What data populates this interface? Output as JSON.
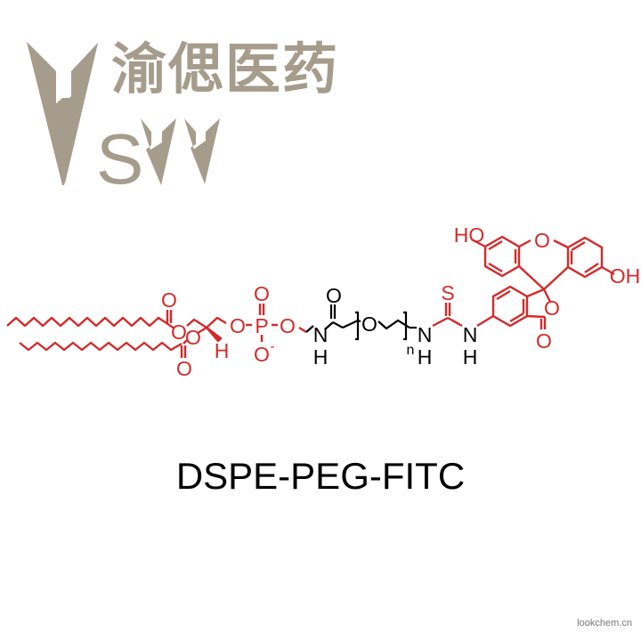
{
  "logo": {
    "company_name_cn": "渝偲医药",
    "mark_letters": "S",
    "brand_color": "#a69c8c"
  },
  "structure": {
    "fragment_color": "#d42a2a",
    "linker_color": "#000000",
    "labels": {
      "carbonyl_o_1": "O",
      "ester_o_1": "O",
      "ester_o_2": "O",
      "carbonyl_o_2": "O",
      "stereo_h": "H",
      "phosphate_o_left": "O",
      "phosphorus": "P",
      "phosphate_o_top": "O",
      "phosphate_o_right": "O",
      "phosphate_o_minus": "O",
      "minus_sign": "-",
      "amide_n": "N",
      "amide_h": "H",
      "amide_o": "O",
      "peg_o": "O",
      "repeat_n": "n",
      "thiourea_n1": "N",
      "thiourea_h1": "H",
      "thiourea_s": "S",
      "thiourea_n2": "N",
      "thiourea_h2": "H",
      "xanthene_o": "O",
      "ho_left": "HO",
      "oh_right": "OH",
      "lactone_o": "O",
      "lactone_co": "O"
    }
  },
  "compound_name": "DSPE-PEG-FITC",
  "watermark": "lookchem.cn"
}
